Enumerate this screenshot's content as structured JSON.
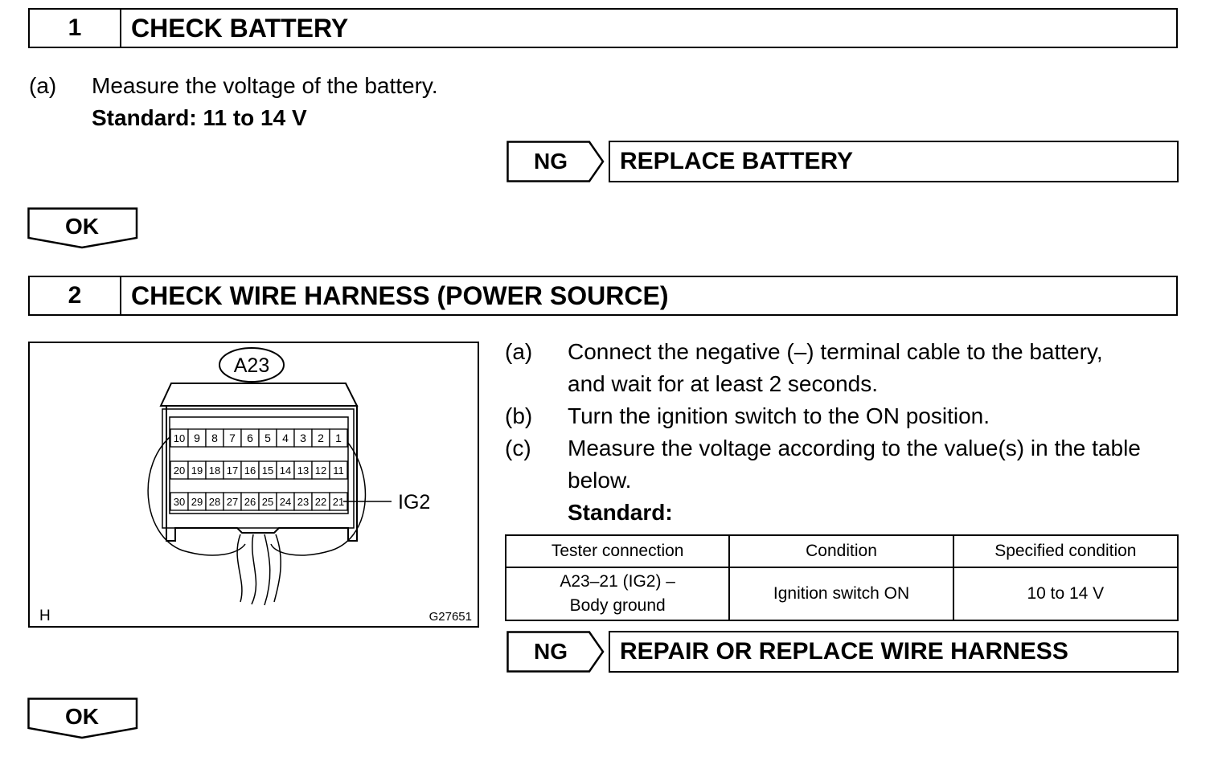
{
  "step1": {
    "number": "1",
    "title": "CHECK BATTERY",
    "instruction_marker": "(a)",
    "instruction": "Measure the voltage of the battery.",
    "standard": "Standard: 11 to 14 V",
    "ng_label": "NG",
    "ng_action": "REPLACE BATTERY",
    "ok_label": "OK"
  },
  "step2": {
    "number": "2",
    "title": "CHECK WIRE HARNESS (POWER SOURCE)",
    "figure": {
      "connector_id": "A23",
      "terminal_label": "IG2",
      "corner_letter": "H",
      "figure_code": "G27651",
      "pin_rows": [
        [
          "10",
          "9",
          "8",
          "7",
          "6",
          "5",
          "4",
          "3",
          "2",
          "1"
        ],
        [
          "20",
          "19",
          "18",
          "17",
          "16",
          "15",
          "14",
          "13",
          "12",
          "11"
        ],
        [
          "30",
          "29",
          "28",
          "27",
          "26",
          "25",
          "24",
          "23",
          "22",
          "21"
        ]
      ]
    },
    "instructions": [
      {
        "marker": "(a)",
        "line1": "Connect the negative (–) terminal cable to the battery,",
        "line2": "and wait for at least 2 seconds."
      },
      {
        "marker": "(b)",
        "line1": "Turn the ignition switch to the ON position.",
        "line2": ""
      },
      {
        "marker": "(c)",
        "line1": "Measure the voltage according to the value(s) in the table",
        "line2": "below."
      }
    ],
    "standard": "Standard:",
    "table": {
      "headers": [
        "Tester connection",
        "Condition",
        "Specified condition"
      ],
      "row": {
        "connection_line1": "A23–21 (IG2) –",
        "connection_line2": "Body ground",
        "condition": "Ignition switch ON",
        "specified": "10 to 14 V"
      }
    },
    "ng_label": "NG",
    "ng_action": "REPAIR OR REPLACE WIRE HARNESS",
    "ok_label": "OK"
  }
}
